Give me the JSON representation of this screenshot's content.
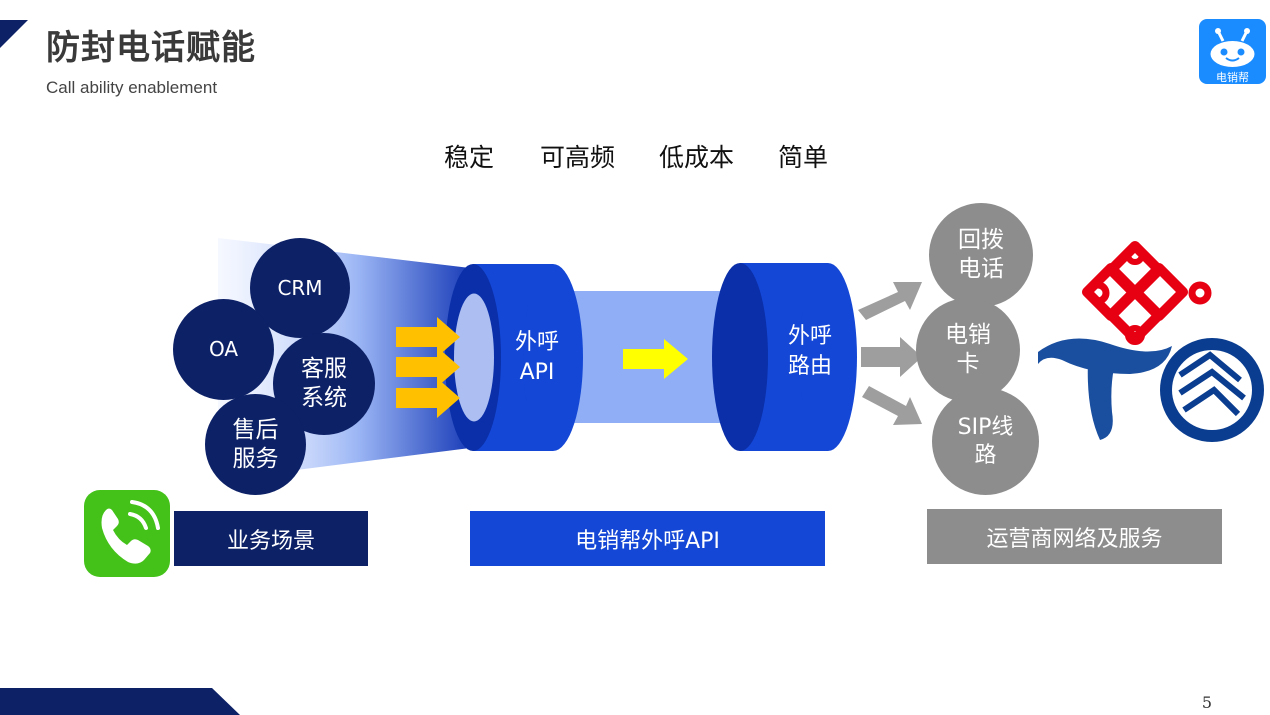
{
  "header": {
    "title": "防封电话赋能",
    "subtitle": "Call ability enablement"
  },
  "logo": {
    "caption": "电销帮"
  },
  "keywords": [
    "稳定",
    "可高频",
    "低成本",
    "简单"
  ],
  "business": {
    "circles": [
      "CRM",
      "OA",
      "客服\n系统",
      "售后\n服务"
    ],
    "label": "业务场景"
  },
  "api": {
    "left_cylinder": "外呼\nAPI",
    "right_cylinder": "外呼\n路由",
    "label": "电销帮外呼API"
  },
  "carrier": {
    "circles": [
      "回拨\n电话",
      "电销\n卡",
      "SIP线\n路"
    ],
    "label": "运营商网络及服务"
  },
  "colors": {
    "navy": "#0d2167",
    "blue": "#1447d6",
    "gray": "#8d8d8d",
    "arrow_orange": "#ffc000",
    "arrow_yellow": "#ffff00"
  },
  "icons": [
    "phone-app-icon",
    "robot-logo-icon",
    "china-unicom-logo",
    "china-telecom-logo",
    "china-mobile-logo"
  ],
  "page_number": "5"
}
